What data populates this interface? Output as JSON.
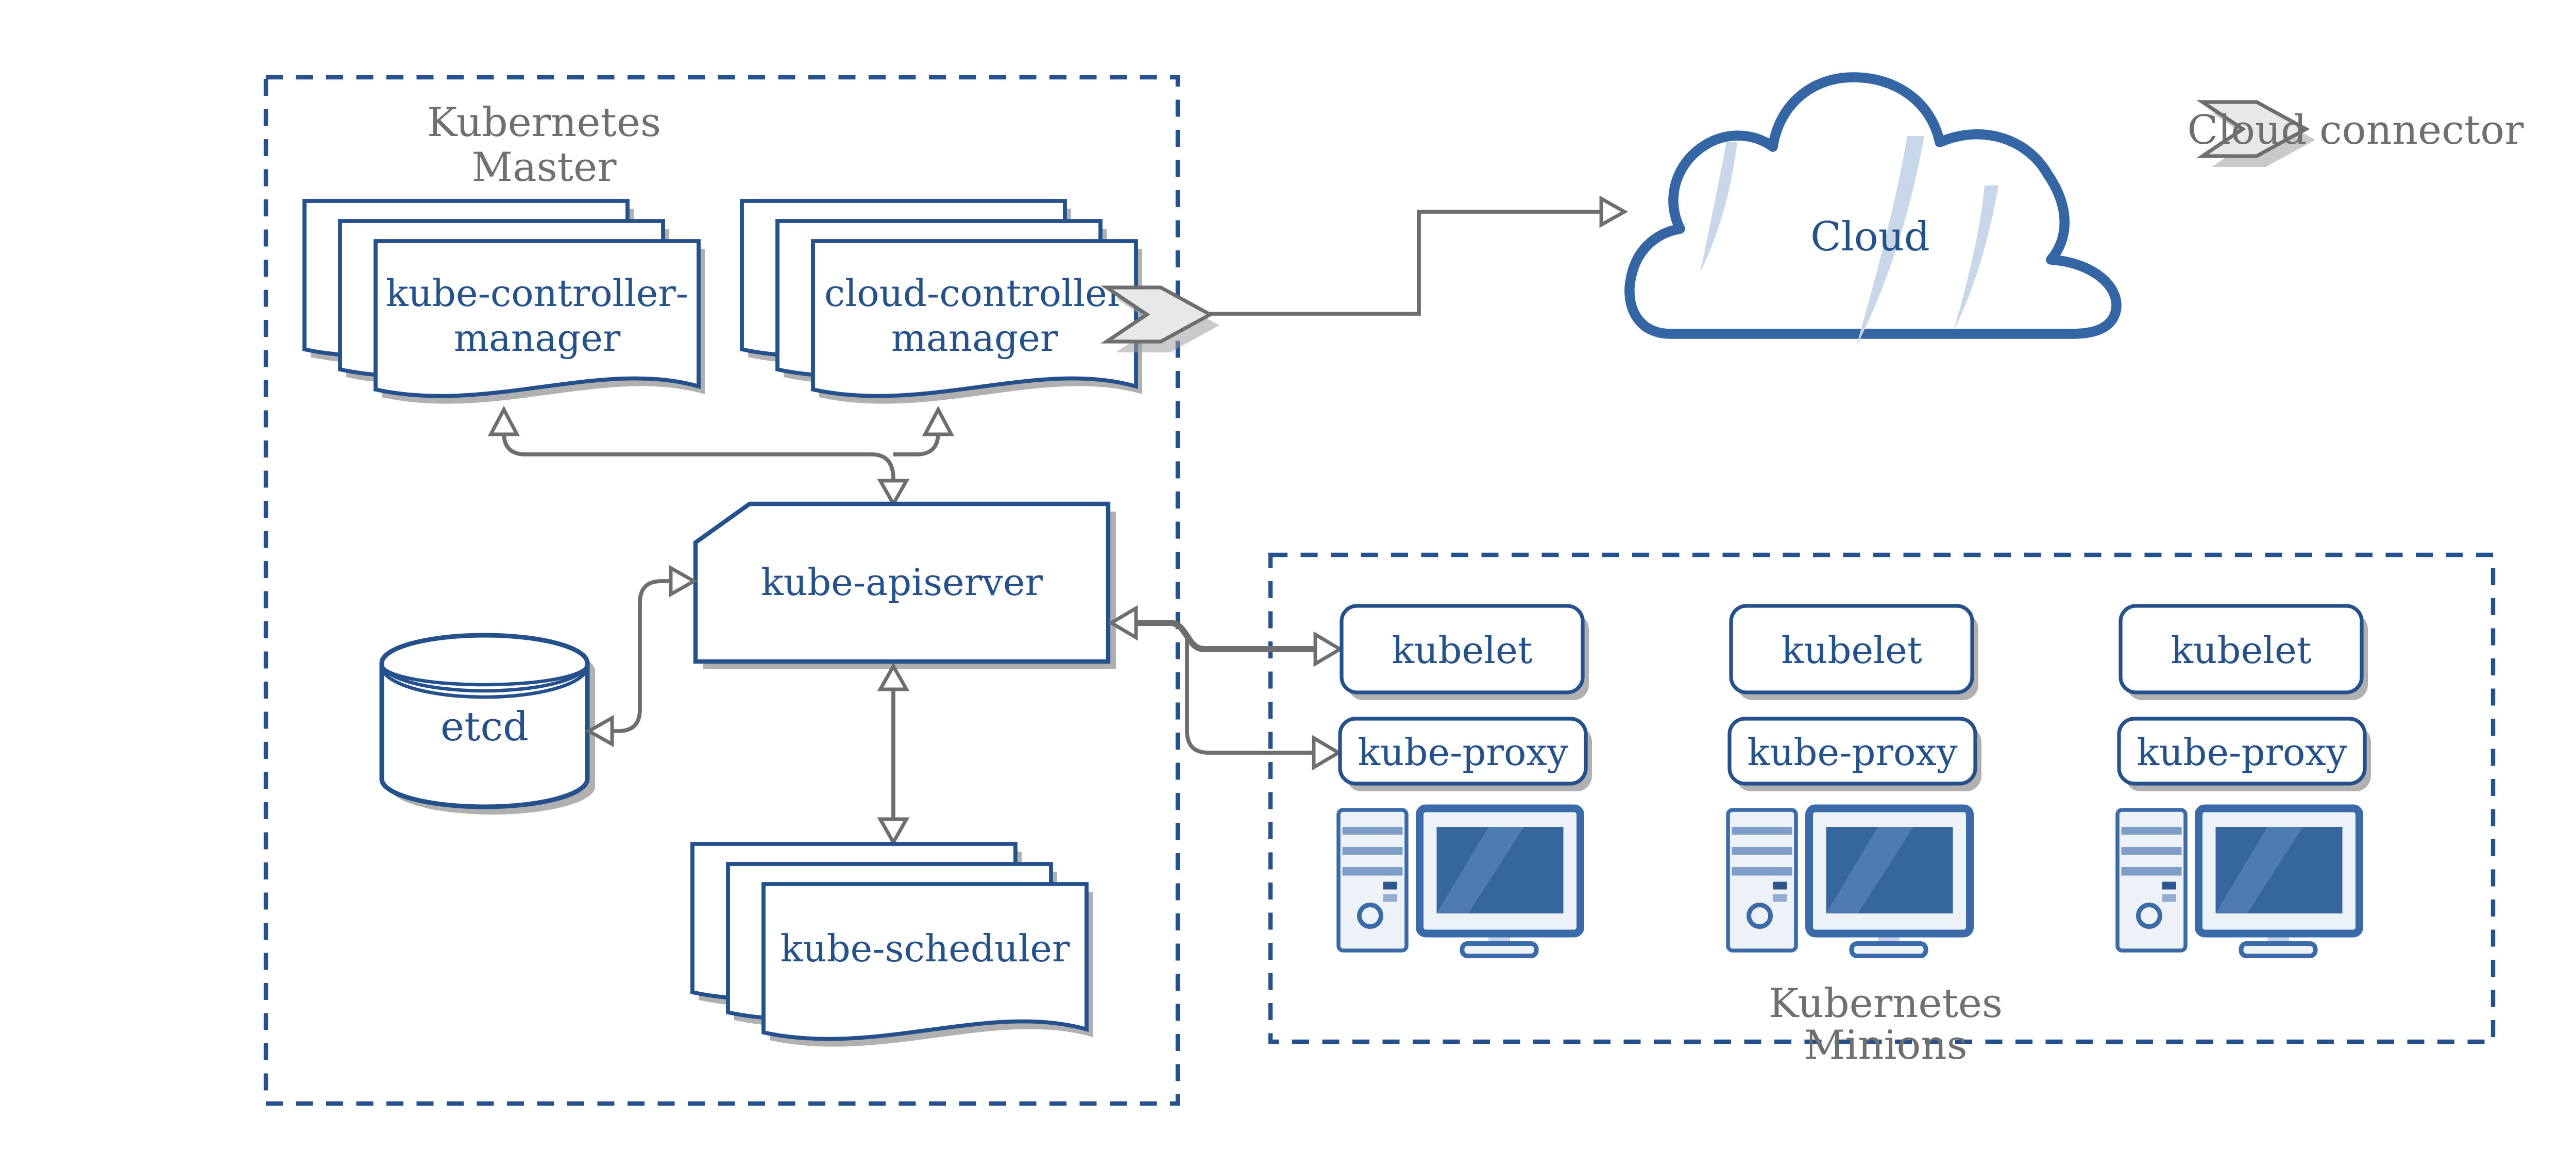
{
  "master": {
    "title": [
      "Kubernetes",
      "Master"
    ],
    "kube_controller_manager": [
      "kube-controller-",
      "manager"
    ],
    "cloud_controller_manager": [
      "cloud-controller",
      "manager"
    ],
    "kube_apiserver": "kube-apiserver",
    "etcd": "etcd",
    "kube_scheduler": "kube-scheduler"
  },
  "cloud": {
    "label": "Cloud"
  },
  "legend": {
    "cloud_connector": "Cloud connector"
  },
  "minions": {
    "title": [
      "Kubernetes",
      "Minions"
    ],
    "nodes": [
      {
        "kubelet": "kubelet",
        "kube_proxy": "kube-proxy"
      },
      {
        "kubelet": "kubelet",
        "kube_proxy": "kube-proxy"
      },
      {
        "kubelet": "kubelet",
        "kube_proxy": "kube-proxy"
      }
    ]
  },
  "colors": {
    "shape_blue": "#24508C",
    "text_blue": "#25518B",
    "connector_gray": "#6E6E6E",
    "label_gray": "#6F6F6F",
    "cloud_blue": "#3465A4",
    "icon_blue": "#3A6BA8",
    "shadow_gray": "#B0B0B0"
  }
}
